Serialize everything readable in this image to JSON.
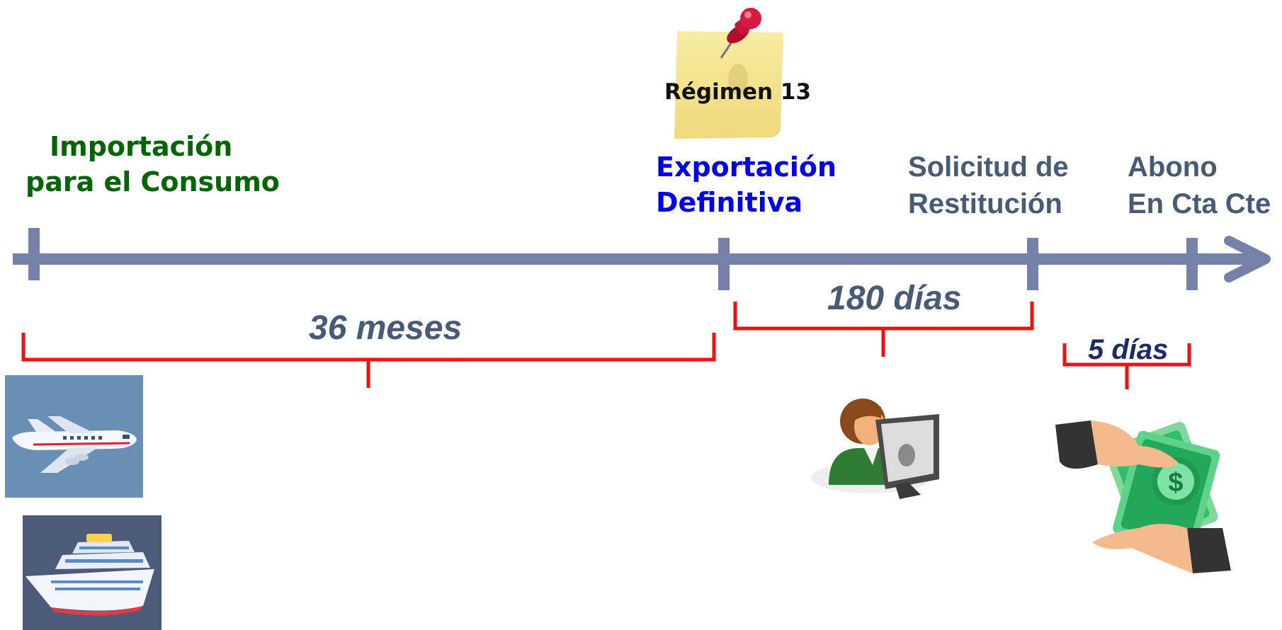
{
  "events": {
    "import": {
      "line1": "Importación",
      "line2": "para el Consumo"
    },
    "export": {
      "line1": "Exportación",
      "line2": "Definitiva"
    },
    "request": {
      "line1": "Solicitud de",
      "line2": "Restitución"
    },
    "payment": {
      "line1": "Abono",
      "line2": "En Cta Cte"
    }
  },
  "note": {
    "text": "Régimen 13"
  },
  "durations": {
    "first": "36 meses",
    "second": "180 días",
    "third": "5 días"
  },
  "icons": {
    "airplane": "airplane-icon",
    "ship": "cruise-ship-icon",
    "person": "person-at-computer-icon",
    "money": "money-handover-icon",
    "pin": "push-pin-icon"
  },
  "colors": {
    "timeline": "#7581a8",
    "bracket": "#ee1111",
    "green_label": "#006400",
    "blue_label": "#0000ee",
    "slate_label": "#475b76",
    "dark_duration": "#1b2a6b",
    "note": "#f6e58f"
  }
}
